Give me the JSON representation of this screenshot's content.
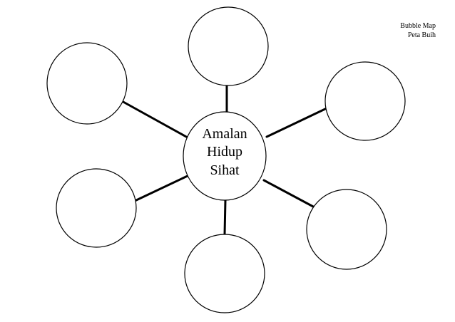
{
  "header": {
    "title_en": "Bubble Map",
    "title_ms": "Peta Buih"
  },
  "center": {
    "lines": [
      "Amalan",
      "Hidup",
      "Sihat"
    ]
  },
  "bubbles": [
    {
      "label": ""
    },
    {
      "label": ""
    },
    {
      "label": ""
    },
    {
      "label": ""
    },
    {
      "label": ""
    },
    {
      "label": ""
    }
  ],
  "colors": {
    "stroke": "#000000",
    "fill": "#ffffff",
    "text": "#000000"
  }
}
